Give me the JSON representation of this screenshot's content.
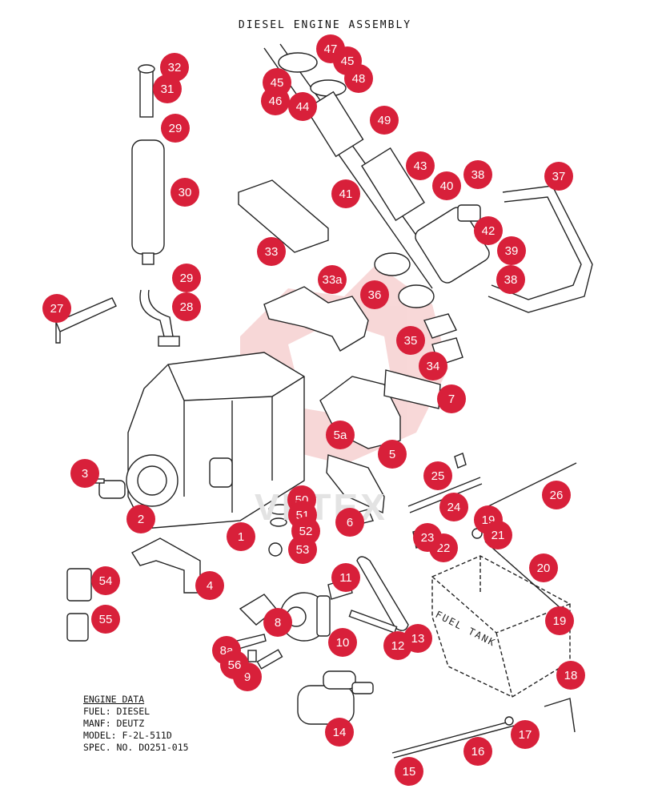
{
  "diagram": {
    "title": "DIESEL ENGINE ASSEMBLY",
    "watermark": "VETEX",
    "fuel_tank_label": "FUEL TANK",
    "accent_color": "#d8203a",
    "watermark_color": "#f2b8b8"
  },
  "engine_data": {
    "heading": "ENGINE DATA",
    "fuel": "FUEL: DIESEL",
    "manufacturer": "MANF: DEUTZ",
    "model": "MODEL: F-2L-511D",
    "spec_no": "SPEC. NO. DO251-015"
  },
  "callouts": [
    "1",
    "2",
    "3",
    "4",
    "5",
    "5a",
    "6",
    "7",
    "8",
    "8a",
    "9",
    "10",
    "11",
    "12",
    "13",
    "14",
    "15",
    "16",
    "17",
    "18",
    "19",
    "19",
    "20",
    "21",
    "22",
    "23",
    "24",
    "25",
    "26",
    "27",
    "28",
    "29",
    "29",
    "30",
    "31",
    "32",
    "33",
    "33a",
    "34",
    "35",
    "36",
    "37",
    "38",
    "38",
    "39",
    "40",
    "41",
    "42",
    "43",
    "44",
    "45",
    "45",
    "46",
    "47",
    "48",
    "49",
    "50",
    "51",
    "52",
    "53",
    "54",
    "55",
    "56"
  ]
}
